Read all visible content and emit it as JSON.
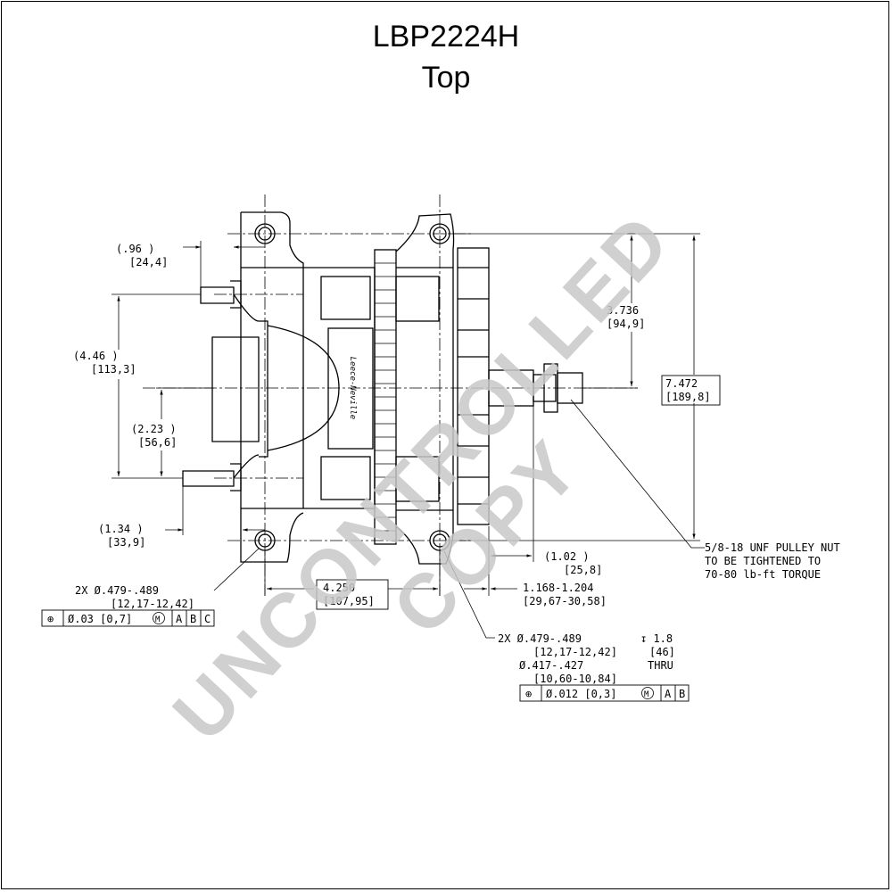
{
  "title": "LBP2224H",
  "subtitle": "Top",
  "watermark": "UNCONTROLLED COPY",
  "dims": {
    "d096_in": "(.96   )",
    "d096_mm": "[24,4]",
    "d446_in": "(4.46   )",
    "d446_mm": "[113,3]",
    "d223_in": "(2.23   )",
    "d223_mm": "[56,6]",
    "d134_in": "(1.34   )",
    "d134_mm": "[33,9]",
    "d3736_in": "3.736",
    "d3736_mm": "[94,9]",
    "d7472_in": "7.472",
    "d7472_mm": "[189,8]",
    "d4250_in": "4.250",
    "d4250_mm": "[107,95]",
    "d102_in": "(1.02   )",
    "d102_mm": "[25,8]",
    "d1168_in": "1.168-1.204",
    "d1168_mm": "[29,67-30,58]"
  },
  "notes": {
    "pulley_1": "5/8-18 UNF PULLEY NUT",
    "pulley_2": "TO BE TIGHTENED TO",
    "pulley_3": "70-80 lb-ft TORQUE",
    "hole_left_1": "2X Ø.479-.489",
    "hole_left_2": "[12,17-12,42]",
    "hole_right_1": "2X Ø.479-.489",
    "hole_right_depth": "↧ 1.8",
    "hole_right_2": "[12,17-12,42]",
    "hole_right_depth_mm": "[46]",
    "hole_right_3": "Ø.417-.427",
    "hole_right_thru": "THRU",
    "hole_right_4": "[10,60-10,84]"
  },
  "fcf_left": {
    "symbol": "⊕",
    "tol": "Ø.03 [0,7]",
    "mod": "M",
    "datums": [
      "A",
      "B",
      "C"
    ]
  },
  "fcf_right": {
    "symbol": "⊕",
    "tol": "Ø.012 [0,3]",
    "mod": "M",
    "datums": [
      "A",
      "B"
    ]
  },
  "brand_label": "Leece-Neville"
}
